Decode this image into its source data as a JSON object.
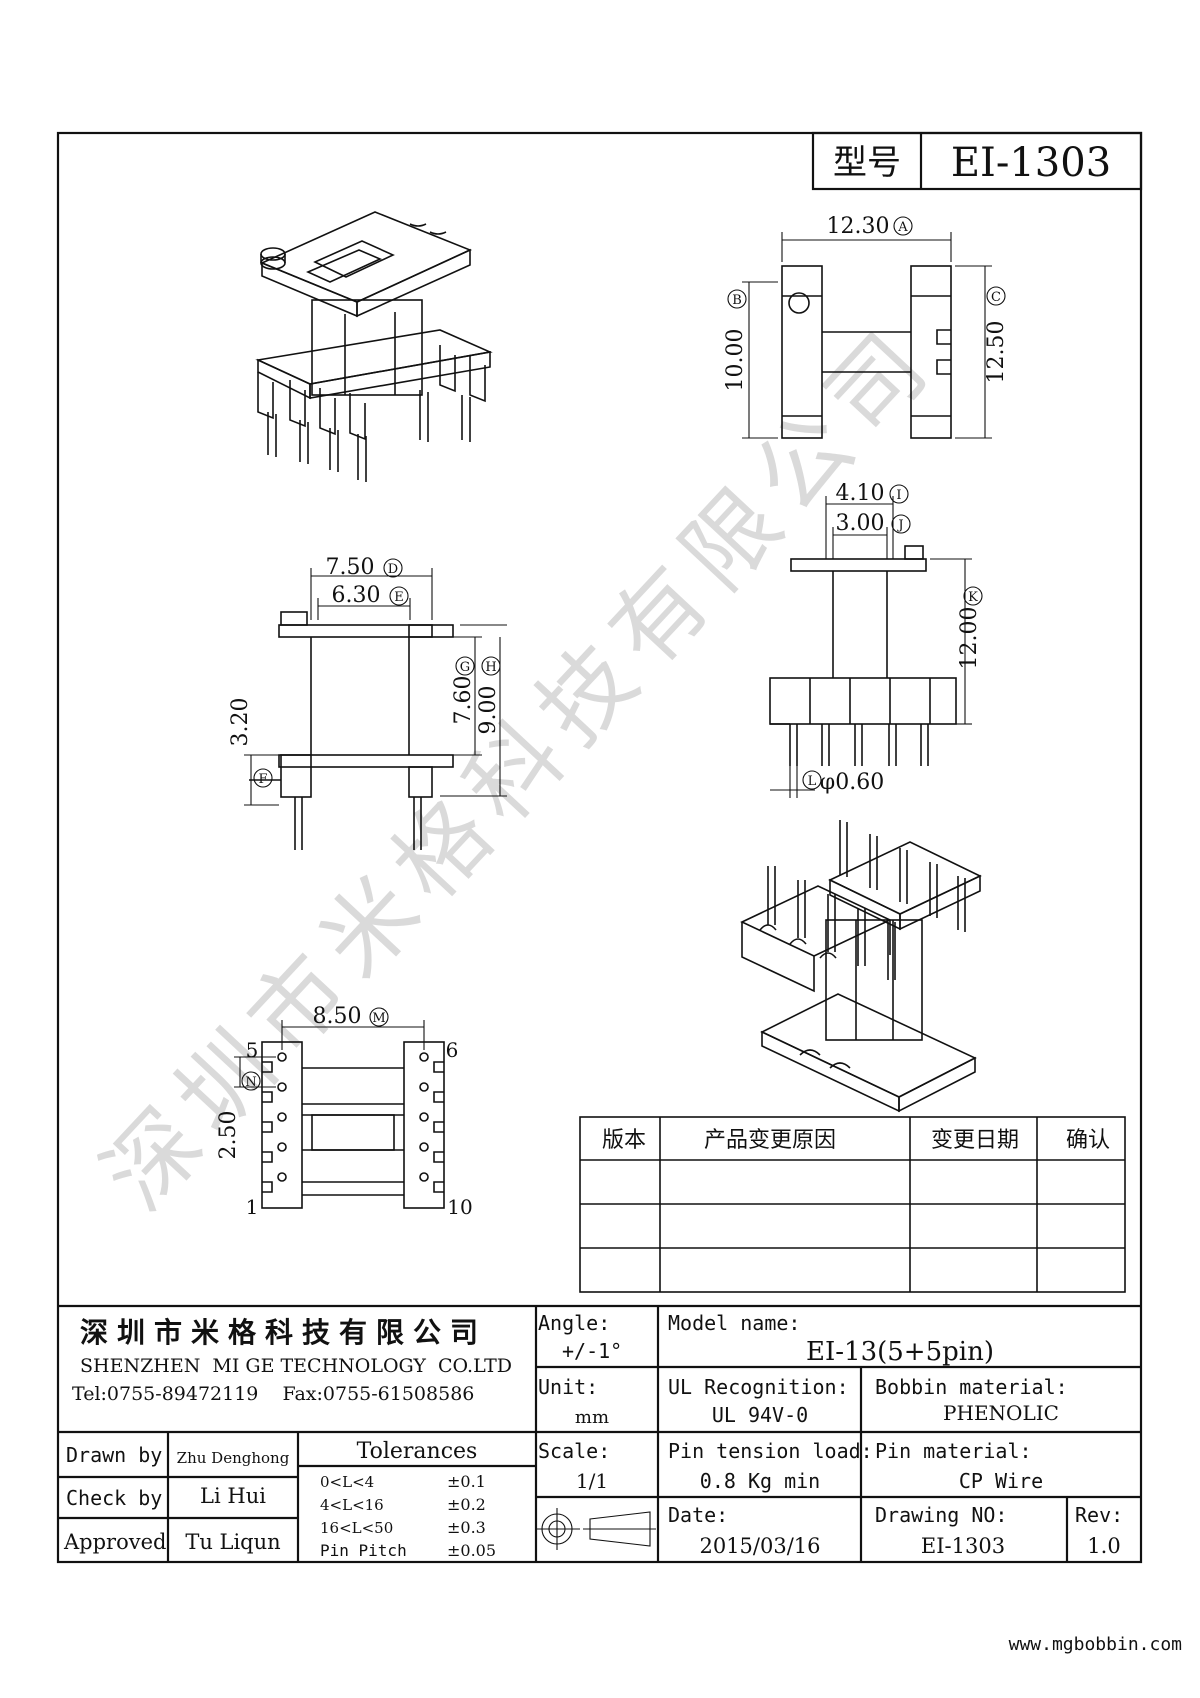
{
  "header": {
    "model_label": "型号",
    "model_value": "EI-1303"
  },
  "watermark": {
    "text": "深圳市米格科技有限公司"
  },
  "dimensions": {
    "d_A": "12.30",
    "tag_A": "A",
    "d_B": "10.00",
    "tag_B": "B",
    "d_C": "12.50",
    "tag_C": "C",
    "d_D": "7.50",
    "tag_D": "D",
    "d_E": "6.30",
    "tag_E": "E",
    "d_F_tag": "F",
    "d_320": "3.20",
    "d_G": "7.60",
    "tag_G": "G",
    "d_H": "9.00",
    "tag_H": "H",
    "d_I": "4.10",
    "tag_I": "I",
    "d_J": "3.00",
    "tag_J": "J",
    "d_K": "12.00",
    "tag_K": "K",
    "d_L": "φ0.60",
    "tag_L": "L",
    "d_M": "8.50",
    "tag_M": "M",
    "d_N_tag": "N",
    "d_250": "2.50",
    "pin_5": "5",
    "pin_6": "6",
    "pin_1": "1",
    "pin_10": "10"
  },
  "revision_table": {
    "headers": [
      "版本",
      "产品变更原因",
      "变更日期",
      "确认"
    ]
  },
  "title_block": {
    "company_cn": "深圳市米格科技有限公司",
    "company_en": "SHENZHEN  MI GE TECHNOLOGY  CO.LTD",
    "contact": "Tel:0755-89472119    Fax:0755-61508586",
    "angle_label": "Angle:",
    "angle_value": "+/-1°",
    "unit_label": "Unit:",
    "unit_value": "mm",
    "scale_label": "Scale:",
    "scale_value": "1/1",
    "model_name_label": "Model name:",
    "model_name_value": "EI-13(5+5pin)",
    "ul_label": "UL Recognition:",
    "ul_value": "UL 94V-0",
    "bobbin_label": "Bobbin material:",
    "bobbin_value": "PHENOLIC",
    "pin_tension_label": "Pin tension load:",
    "pin_tension_value": "0.8 Kg min",
    "pin_material_label": "Pin material:",
    "pin_material_value": "CP Wire",
    "date_label": "Date:",
    "date_value": "2015/03/16",
    "drawing_no_label": "Drawing NO:",
    "drawing_no_value": "EI-1303",
    "rev_label": "Rev:",
    "rev_value": "1.0",
    "drawn_by_label": "Drawn by",
    "drawn_by_value": "Zhu Denghong",
    "check_by_label": "Check by",
    "check_by_value": "Li Hui",
    "approved_label": "Approved",
    "approved_value": "Tu Liqun",
    "tolerances_title": "Tolerances",
    "tolerances": [
      {
        "range": "0<L<4",
        "value": "±0.1"
      },
      {
        "range": "4<L<16",
        "value": "±0.2"
      },
      {
        "range": "16<L<50",
        "value": "±0.3"
      },
      {
        "range": "Pin Pitch",
        "value": "±0.05"
      }
    ]
  },
  "footer": {
    "website": "www.mgbobbin.com"
  }
}
